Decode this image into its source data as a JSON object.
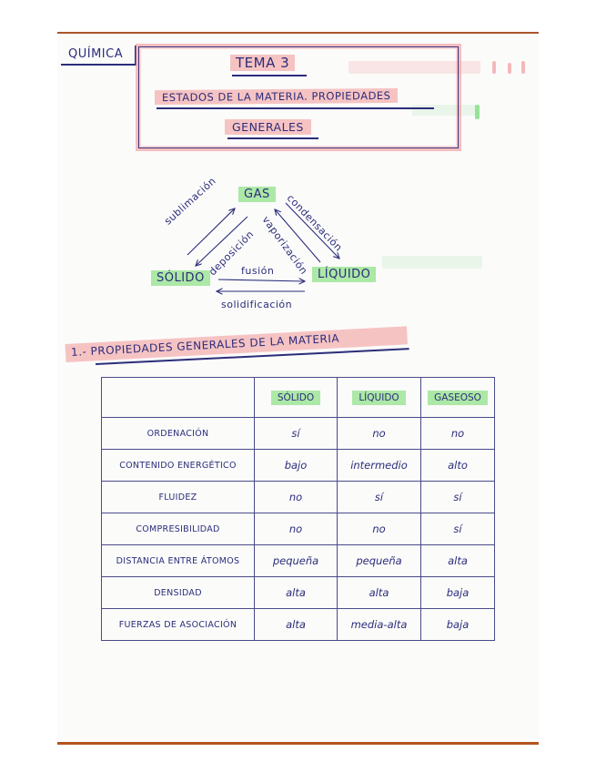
{
  "header": {
    "subject": "QUÍMICA",
    "topic_number": "TEMA 3",
    "title_line1": "ESTADOS DE LA MATERIA. PROPIEDADES",
    "title_line2": "GENERALES"
  },
  "diagram": {
    "states": {
      "gas": "GAS",
      "solid": "SÓLIDO",
      "liquid": "LÍQUIDO"
    },
    "transitions": {
      "sublimation": "sublimación",
      "deposition": "deposición",
      "vaporization": "vaporización",
      "condensation": "condensación",
      "fusion": "fusión",
      "solidification": "solidificación"
    }
  },
  "section": {
    "title": "1.- PROPIEDADES GENERALES DE LA MATERIA"
  },
  "table": {
    "headers": [
      "",
      "SÓLIDO",
      "LÍQUIDO",
      "GASEOSO"
    ],
    "rows": [
      {
        "property": "ORDENACIÓN",
        "solid": "sí",
        "liquid": "no",
        "gas": "no"
      },
      {
        "property": "CONTENIDO ENERGÉTICO",
        "solid": "bajo",
        "liquid": "intermedio",
        "gas": "alto"
      },
      {
        "property": "FLUIDEZ",
        "solid": "no",
        "liquid": "sí",
        "gas": "sí"
      },
      {
        "property": "COMPRESIBILIDAD",
        "solid": "no",
        "liquid": "no",
        "gas": "sí"
      },
      {
        "property": "DISTANCIA ENTRE ÁTOMOS",
        "solid": "pequeña",
        "liquid": "pequeña",
        "gas": "alta"
      },
      {
        "property": "DENSIDAD",
        "solid": "alta",
        "liquid": "alta",
        "gas": "baja"
      },
      {
        "property": "FUERZAS DE ASOCIACIÓN",
        "solid": "alta",
        "liquid": "media-alta",
        "gas": "baja"
      }
    ]
  },
  "colors": {
    "ink": "#2b2d7a",
    "pink_highlight": "#f29696",
    "green_highlight": "#78dc6e",
    "page_edge": "#b4531f"
  }
}
